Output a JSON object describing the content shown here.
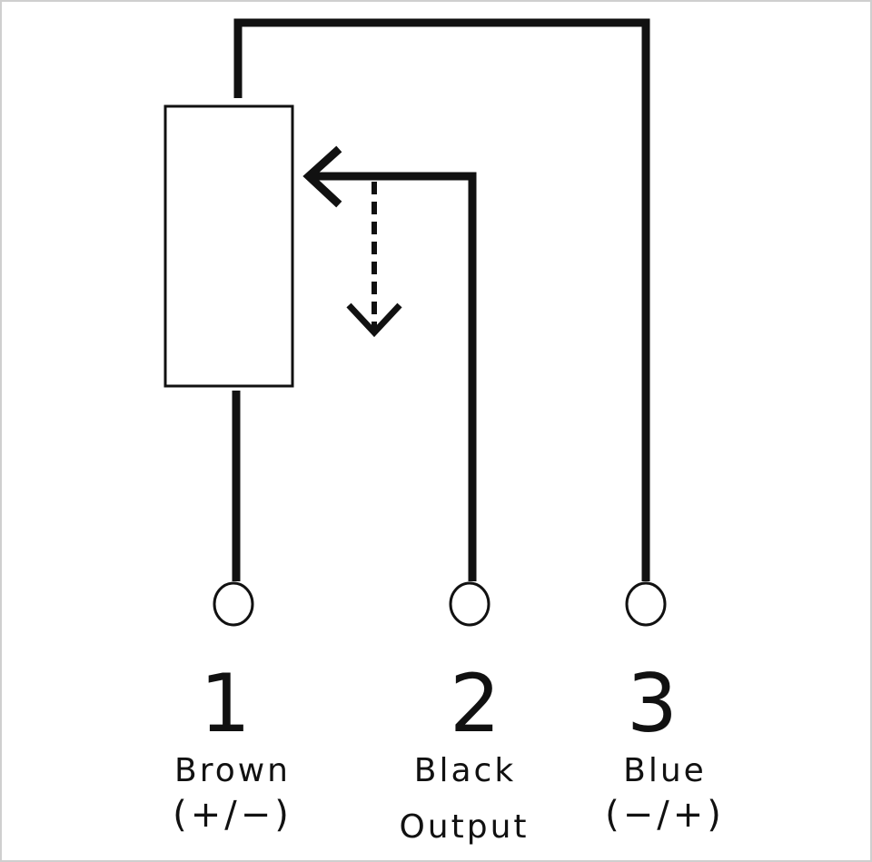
{
  "diagram": {
    "pins": [
      {
        "number": "1",
        "label": "Brown",
        "polarity": "(+∕−)"
      },
      {
        "number": "2",
        "label": "Black",
        "polarity": "Output"
      },
      {
        "number": "3",
        "label": "Blue",
        "polarity": "(−∕+)"
      }
    ],
    "colors": {
      "line": "#111111",
      "background": "#ffffff",
      "border": "#cfcfcf"
    }
  }
}
